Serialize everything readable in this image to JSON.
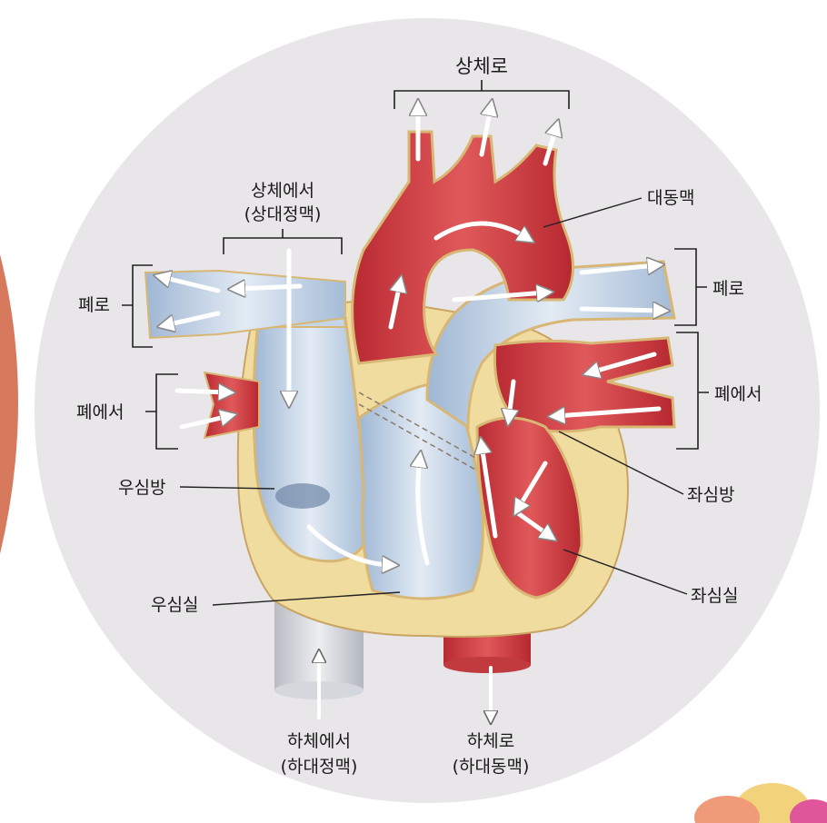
{
  "diagram": {
    "labels": {
      "systemic_out": "상체로",
      "aorta": "대동맥",
      "from_upper": "상체에서",
      "superior_vena_cava": "(상대정맥)",
      "to_lungs_left": "폐로",
      "to_lungs_right": "폐로",
      "from_lungs_left": "폐에서",
      "from_lungs_right": "폐에서",
      "right_atrium": "우심방",
      "left_atrium": "좌심방",
      "right_ventricle": "우심실",
      "left_ventricle": "좌심실",
      "from_lower": "하체에서",
      "inferior_vena_cava": "(하대정맥)",
      "to_lower": "하체로",
      "descending_aorta": "(하대동맥)"
    },
    "colors": {
      "oxygenated": "#d23a3f",
      "deoxygenated": "#b7cbe2",
      "muscle": "#f1dca0",
      "background": "#e9e7e9"
    }
  }
}
